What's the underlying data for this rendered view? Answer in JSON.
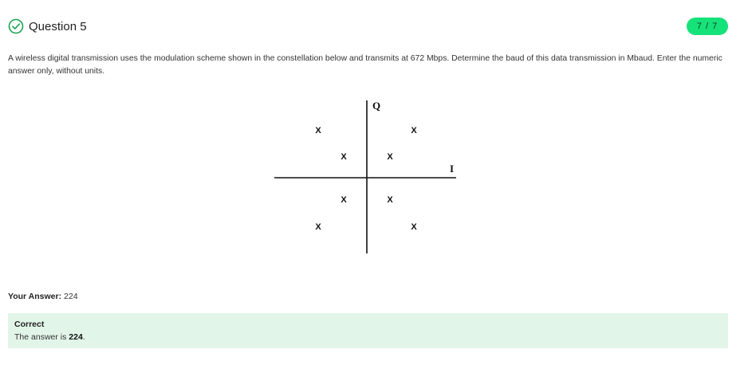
{
  "question": {
    "title": "Question 5",
    "score": "7 / 7",
    "prompt": "A wireless digital transmission uses the modulation scheme shown in the constellation below and transmits at 672 Mbps. Determine the baud of this data transmission in Mbaud. Enter the numeric answer only, without units."
  },
  "constellation": {
    "q_label": "Q",
    "i_label": "I",
    "point_mark": "X",
    "points": [
      {
        "i": -2,
        "q": 2
      },
      {
        "i": 2,
        "q": 2
      },
      {
        "i": -1,
        "q": 1
      },
      {
        "i": 1,
        "q": 1
      },
      {
        "i": -1,
        "q": -1
      },
      {
        "i": 1,
        "q": -1
      },
      {
        "i": -2,
        "q": -2
      },
      {
        "i": 2,
        "q": -2
      }
    ]
  },
  "answer": {
    "label": "Your Answer:",
    "value": "224"
  },
  "feedback": {
    "status": "Correct",
    "prefix": "The answer is ",
    "value": "224",
    "suffix": "."
  },
  "colors": {
    "badge": "#16e27a",
    "check": "#1aa552",
    "feedback_bg": "#e1f5e8"
  }
}
